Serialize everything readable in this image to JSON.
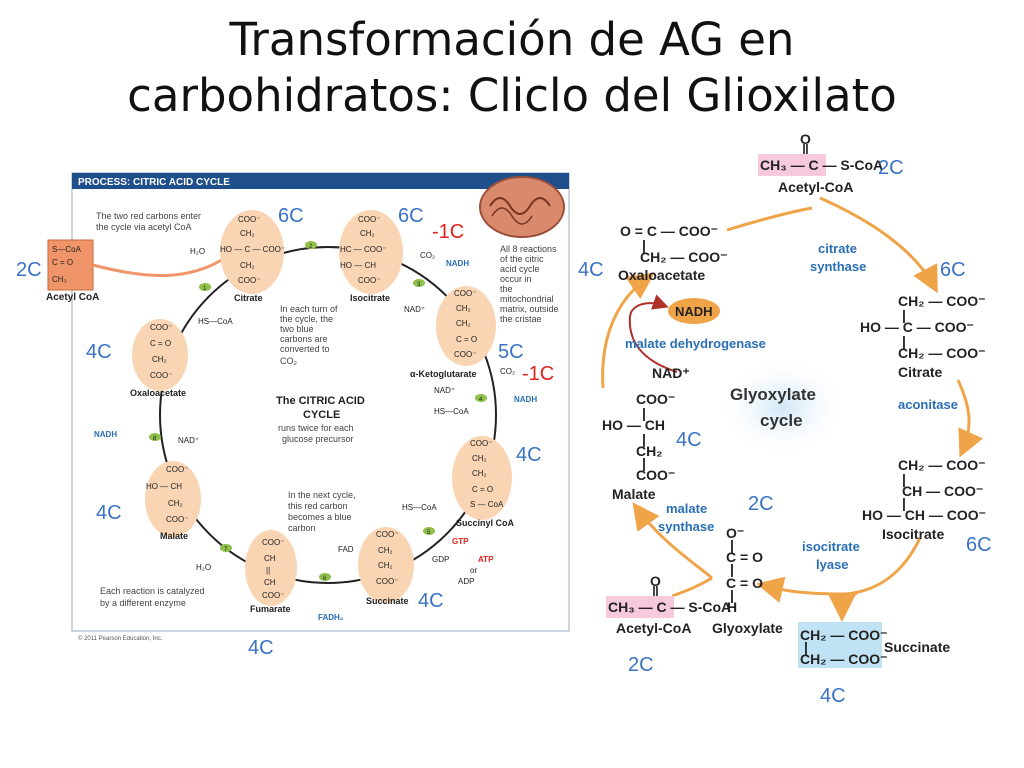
{
  "title": {
    "line1": "Transformación de AG en",
    "line2": "carbohidratos: Cliclo del Glioxilato"
  },
  "tca": {
    "header": "PROCESS: CITRIC ACID CYCLE",
    "intro1": "The two red carbons enter",
    "intro2": "the cycle via acetyl CoA",
    "acetyl_coa": "Acetyl CoA",
    "citrate": "Citrate",
    "isocitrate": "Isocitrate",
    "ketoglutarate": "α-Ketoglutarate",
    "succinyl_coa": "Succinyl CoA",
    "succinate": "Succinate",
    "fumarate": "Fumarate",
    "malate": "Malate",
    "oxaloacetate": "Oxaloacetate",
    "mito1": "All 8 reactions",
    "mito2": "of the citric",
    "mito3": "acid cycle",
    "mito4": "occur in",
    "mito5": "the",
    "mito6": "mitochondrial",
    "mito7": "matrix, outside",
    "mito8": "the cristae",
    "turn1": "In each turn of",
    "turn2": "the cycle, the",
    "turn3": "two blue",
    "turn4": "carbons are",
    "turn5": "converted to",
    "turn6": "CO₂",
    "center1": "The CITRIC ACID",
    "center2": "CYCLE",
    "center3": "runs twice for each",
    "center4": "glucose precursor",
    "next1": "In the next cycle,",
    "next2": "this red carbon",
    "next3": "becomes a blue",
    "next4": "carbon",
    "catalyzed1": "Each reaction is catalyzed",
    "catalyzed2": "by a different enzyme",
    "copyright": "© 2011 Pearson Education, Inc.",
    "h2o": "H₂O",
    "hscoa": "HS—CoA",
    "co2": "CO₂",
    "nadh": "NADH",
    "nadplus": "NAD⁺",
    "fad": "FAD",
    "fadh2": "FADH₂",
    "gtp": "GTP",
    "gdp": "GDP",
    "atp": "ATP",
    "adp": "ADP",
    "or": "or",
    "steps": [
      "1",
      "2",
      "3",
      "4",
      "5",
      "6",
      "7",
      "8"
    ]
  },
  "annotations": {
    "acetyl_2c": "2C",
    "citrate_6c": "6C",
    "isocitrate_6c": "6C",
    "minus1c_a": "-1C",
    "keto_5c": "5C",
    "minus1c_b": "-1C",
    "succinyl_4c": "4C",
    "succinate_4c": "4C",
    "fumarate_4c": "4C",
    "malate_4c": "4C",
    "oxaloacetate_4c": "4C",
    "gly_oxaloacetate_4c": "4C",
    "gly_acetyl_2c": "2C",
    "gly_citrate_6c": "6C",
    "gly_isocitrate_6c": "6C",
    "gly_malate_4c": "4C",
    "gly_glyoxylate_2c": "2C",
    "gly_acetyl2_2c": "2C",
    "gly_succinate_4c": "4C"
  },
  "glyoxylate": {
    "center1": "Glyoxylate",
    "center2": "cycle",
    "acetyl_coa": "Acetyl-CoA",
    "oxaloacetate": "Oxaloacetate",
    "citrate": "Citrate",
    "isocitrate": "Isocitrate",
    "malate": "Malate",
    "glyoxylate": "Glyoxylate",
    "acetyl_coa2": "Acetyl-CoA",
    "succinate": "Succinate",
    "citrate_synthase1": "citrate",
    "citrate_synthase2": "synthase",
    "aconitase": "aconitase",
    "isocitrate_lyase1": "isocitrate",
    "isocitrate_lyase2": "lyase",
    "malate_synthase1": "malate",
    "malate_synthase2": "synthase",
    "malate_dehydrogenase": "malate dehydrogenase",
    "nadh": "NADH",
    "nadplus": "NAD⁺"
  }
}
